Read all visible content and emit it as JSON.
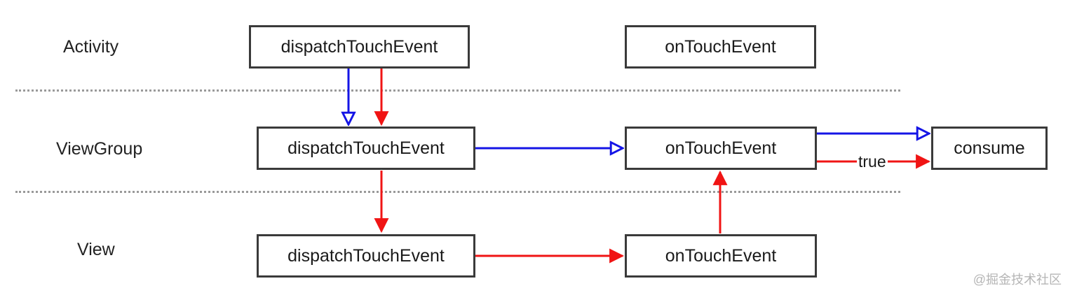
{
  "layers": {
    "activity": "Activity",
    "viewgroup": "ViewGroup",
    "view": "View"
  },
  "nodes": {
    "activity_dispatch": "dispatchTouchEvent",
    "activity_ontouch": "onTouchEvent",
    "viewgroup_dispatch": "dispatchTouchEvent",
    "viewgroup_ontouch": "onTouchEvent",
    "consume": "consume",
    "view_dispatch": "dispatchTouchEvent",
    "view_ontouch": "onTouchEvent"
  },
  "edges": [
    {
      "from": "activity_dispatch",
      "to": "viewgroup_dispatch",
      "color": "blue",
      "head": "hollow"
    },
    {
      "from": "activity_dispatch",
      "to": "viewgroup_dispatch",
      "color": "red",
      "head": "filled"
    },
    {
      "from": "viewgroup_dispatch",
      "to": "viewgroup_ontouch",
      "color": "blue",
      "head": "hollow"
    },
    {
      "from": "viewgroup_ontouch",
      "to": "consume",
      "color": "blue",
      "head": "hollow"
    },
    {
      "from": "viewgroup_ontouch",
      "to": "consume",
      "color": "red",
      "head": "filled",
      "label": "true"
    },
    {
      "from": "viewgroup_dispatch",
      "to": "view_dispatch",
      "color": "red",
      "head": "filled"
    },
    {
      "from": "view_dispatch",
      "to": "view_ontouch",
      "color": "red",
      "head": "filled"
    },
    {
      "from": "view_ontouch",
      "to": "viewgroup_ontouch",
      "color": "red",
      "head": "filled"
    }
  ],
  "edge_label_true": "true",
  "colors": {
    "blue": "#1414e6",
    "red": "#f01414",
    "box_border": "#3a3a3a",
    "divider": "#9a9a9a"
  },
  "watermark": "@掘金技术社区"
}
